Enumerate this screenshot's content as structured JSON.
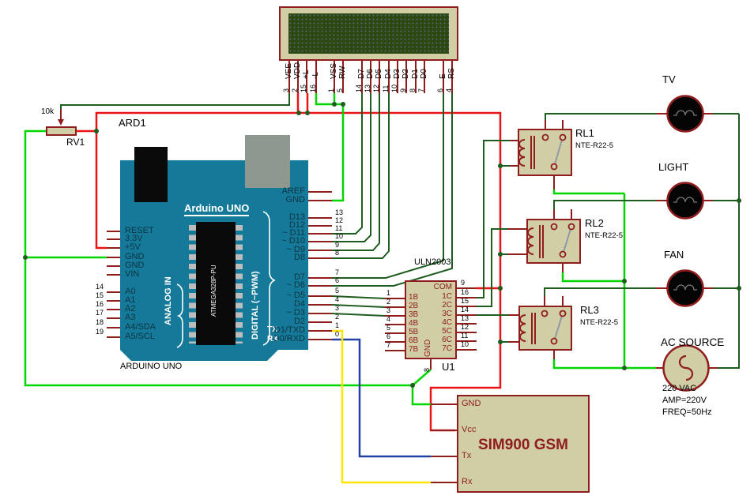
{
  "colors": {
    "component_fill": "#d1cda5",
    "component_border": "#8f1d1d",
    "signal_wire": "#1f5c20",
    "ground_wire": "#00d500",
    "power_wire": "#ec1313",
    "serial_rx_wire": "#ffe400",
    "serial_tx_wire": "#2342a6",
    "arduino_body": "#157a99",
    "arduino_text": "#0e3442",
    "lcd_screen": "#2e490f",
    "usb_shield": "#8e988e"
  },
  "lcd": {
    "pins": [
      {
        "label": "VEE",
        "num": "3"
      },
      {
        "label": "VDD",
        "num": "2"
      },
      {
        "label": "+L",
        "num": "15"
      },
      {
        "label": "-L",
        "num": "16"
      },
      {
        "label": "VSS",
        "num": "1"
      },
      {
        "label": "RW",
        "num": "5"
      },
      {
        "label": "D7",
        "num": "14"
      },
      {
        "label": "D6",
        "num": "13"
      },
      {
        "label": "D5",
        "num": "12"
      },
      {
        "label": "D4",
        "num": "11"
      },
      {
        "label": "D3",
        "num": "10"
      },
      {
        "label": "D2",
        "num": "9"
      },
      {
        "label": "D1",
        "num": "8"
      },
      {
        "label": "D0",
        "num": "7"
      },
      {
        "label": "E",
        "num": "6"
      },
      {
        "label": "RS",
        "num": "4"
      }
    ]
  },
  "pot": {
    "ref": "RV1",
    "value": "10k"
  },
  "arduino": {
    "ref": "ARD1",
    "title": "Arduino UNO",
    "footer": "ARDUINO UNO",
    "chip": "ATMEGA328P-PU",
    "analog_group": "ANALOG IN",
    "digital_group": "DIGITAL (~PWM)",
    "tx": "TX",
    "rx": "RX",
    "left_pins": [
      {
        "label": "RESET",
        "num": ""
      },
      {
        "label": "3.3V",
        "num": ""
      },
      {
        "label": "+5V",
        "num": ""
      },
      {
        "label": "GND",
        "num": ""
      },
      {
        "label": "GND",
        "num": ""
      },
      {
        "label": "VIN",
        "num": ""
      },
      {
        "label": "A0",
        "num": "14"
      },
      {
        "label": "A1",
        "num": "15"
      },
      {
        "label": "A2",
        "num": "16"
      },
      {
        "label": "A3",
        "num": "17"
      },
      {
        "label": "A4/SDA",
        "num": "18"
      },
      {
        "label": "A5/SCL",
        "num": "19"
      }
    ],
    "right_pins": [
      {
        "label": "AREF",
        "num": ""
      },
      {
        "label": "GND",
        "num": ""
      },
      {
        "label": "D13",
        "num": "13"
      },
      {
        "label": "D12",
        "num": "12"
      },
      {
        "label": "~ D11",
        "num": "11"
      },
      {
        "label": "~ D10",
        "num": "10"
      },
      {
        "label": "~ D9",
        "num": "9"
      },
      {
        "label": "D8",
        "num": "8"
      },
      {
        "label": "D7",
        "num": "7"
      },
      {
        "label": "~ D6",
        "num": "6"
      },
      {
        "label": "~ D5",
        "num": "5"
      },
      {
        "label": "D4",
        "num": "4"
      },
      {
        "label": "~ D3",
        "num": "3"
      },
      {
        "label": "D2",
        "num": "2"
      },
      {
        "label": "D1/TXD",
        "num": "1"
      },
      {
        "label": "D0/RXD",
        "num": "0"
      }
    ]
  },
  "driver": {
    "ref": "U1",
    "part": "ULN2003",
    "left_pins": [
      {
        "label": "1B",
        "num": "1"
      },
      {
        "label": "2B",
        "num": "2"
      },
      {
        "label": "3B",
        "num": "3"
      },
      {
        "label": "4B",
        "num": "4"
      },
      {
        "label": "5B",
        "num": "5"
      },
      {
        "label": "6B",
        "num": "6"
      },
      {
        "label": "7B",
        "num": "7"
      }
    ],
    "right_pins": [
      {
        "label": "COM",
        "num": "9"
      },
      {
        "label": "1C",
        "num": "16"
      },
      {
        "label": "2C",
        "num": "15"
      },
      {
        "label": "3C",
        "num": "14"
      },
      {
        "label": "4C",
        "num": "13"
      },
      {
        "label": "5C",
        "num": "12"
      },
      {
        "label": "6C",
        "num": "11"
      },
      {
        "label": "7C",
        "num": "10"
      }
    ],
    "bottom_pin": {
      "label": "GND",
      "num": "8"
    }
  },
  "relays": [
    {
      "ref": "RL1",
      "part": "NTE-R22-5"
    },
    {
      "ref": "RL2",
      "part": "NTE-R22-5"
    },
    {
      "ref": "RL3",
      "part": "NTE-R22-5"
    }
  ],
  "loads": [
    {
      "label": "TV"
    },
    {
      "label": "LIGHT"
    },
    {
      "label": "FAN"
    }
  ],
  "ac_source": {
    "label": "AC SOURCE",
    "specs": [
      "220 VAC",
      "AMP=220V",
      "FREQ=50Hz"
    ]
  },
  "gsm": {
    "title": "SIM900 GSM",
    "pins": [
      {
        "label": "GND"
      },
      {
        "label": "Vcc"
      },
      {
        "label": "Tx"
      },
      {
        "label": "Rx"
      }
    ]
  }
}
